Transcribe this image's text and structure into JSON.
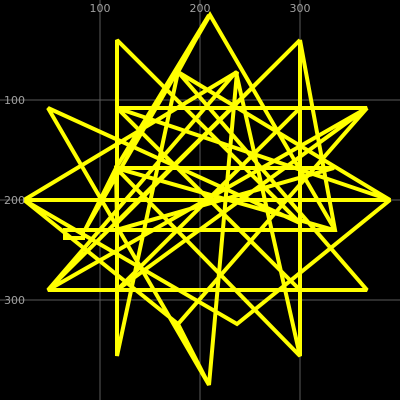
{
  "canvas": {
    "background_color": "#000000",
    "grid_color": "#5a5a5a",
    "tick_label_color": "#a0a0a0",
    "stroke_color": "#ffff00",
    "grid_lines": true
  },
  "axes": {
    "x_range": [
      0,
      400
    ],
    "y_range": [
      0,
      400
    ],
    "x_ticks": [
      {
        "value": 100,
        "label": "100"
      },
      {
        "value": 200,
        "label": "200"
      },
      {
        "value": 300,
        "label": "300"
      }
    ],
    "y_ticks": [
      {
        "value": 100,
        "label": "100"
      },
      {
        "value": 200,
        "label": "200"
      },
      {
        "value": 300,
        "label": "300"
      }
    ]
  },
  "figure": {
    "stroke_color": "#ffff00",
    "closed": true,
    "vertices": [
      [
        65,
        230
      ],
      [
        65,
        238
      ],
      [
        83,
        238
      ],
      [
        83,
        230
      ],
      [
        335,
        230
      ],
      [
        210,
        15
      ],
      [
        85,
        230
      ],
      [
        335,
        230
      ],
      [
        300,
        40
      ],
      [
        300,
        290
      ],
      [
        117,
        108
      ],
      [
        367,
        108
      ],
      [
        117,
        290
      ],
      [
        117,
        40
      ],
      [
        300,
        223
      ],
      [
        300,
        356
      ],
      [
        236,
        72
      ],
      [
        48,
        290
      ],
      [
        367,
        290
      ],
      [
        178,
        72
      ],
      [
        117,
        356
      ],
      [
        117,
        108
      ],
      [
        300,
        108
      ],
      [
        117,
        290
      ],
      [
        300,
        290
      ],
      [
        117,
        108
      ],
      [
        390,
        200
      ],
      [
        237,
        324
      ],
      [
        24,
        200
      ],
      [
        178,
        324
      ],
      [
        209,
        385
      ],
      [
        237,
        72
      ],
      [
        24,
        200
      ],
      [
        390,
        200
      ],
      [
        178,
        72
      ],
      [
        209,
        15
      ],
      [
        116,
        168
      ],
      [
        334,
        168
      ],
      [
        116,
        230
      ],
      [
        334,
        230
      ],
      [
        85,
        230
      ],
      [
        116,
        168
      ],
      [
        300,
        356
      ],
      [
        300,
        108
      ],
      [
        117,
        290
      ],
      [
        117,
        40
      ],
      [
        300,
        223
      ],
      [
        48,
        108
      ],
      [
        209,
        385
      ],
      [
        178,
        324
      ],
      [
        367,
        108
      ],
      [
        48,
        290
      ],
      [
        300,
        40
      ],
      [
        117,
        223
      ],
      [
        116,
        168
      ],
      [
        334,
        230
      ]
    ]
  }
}
